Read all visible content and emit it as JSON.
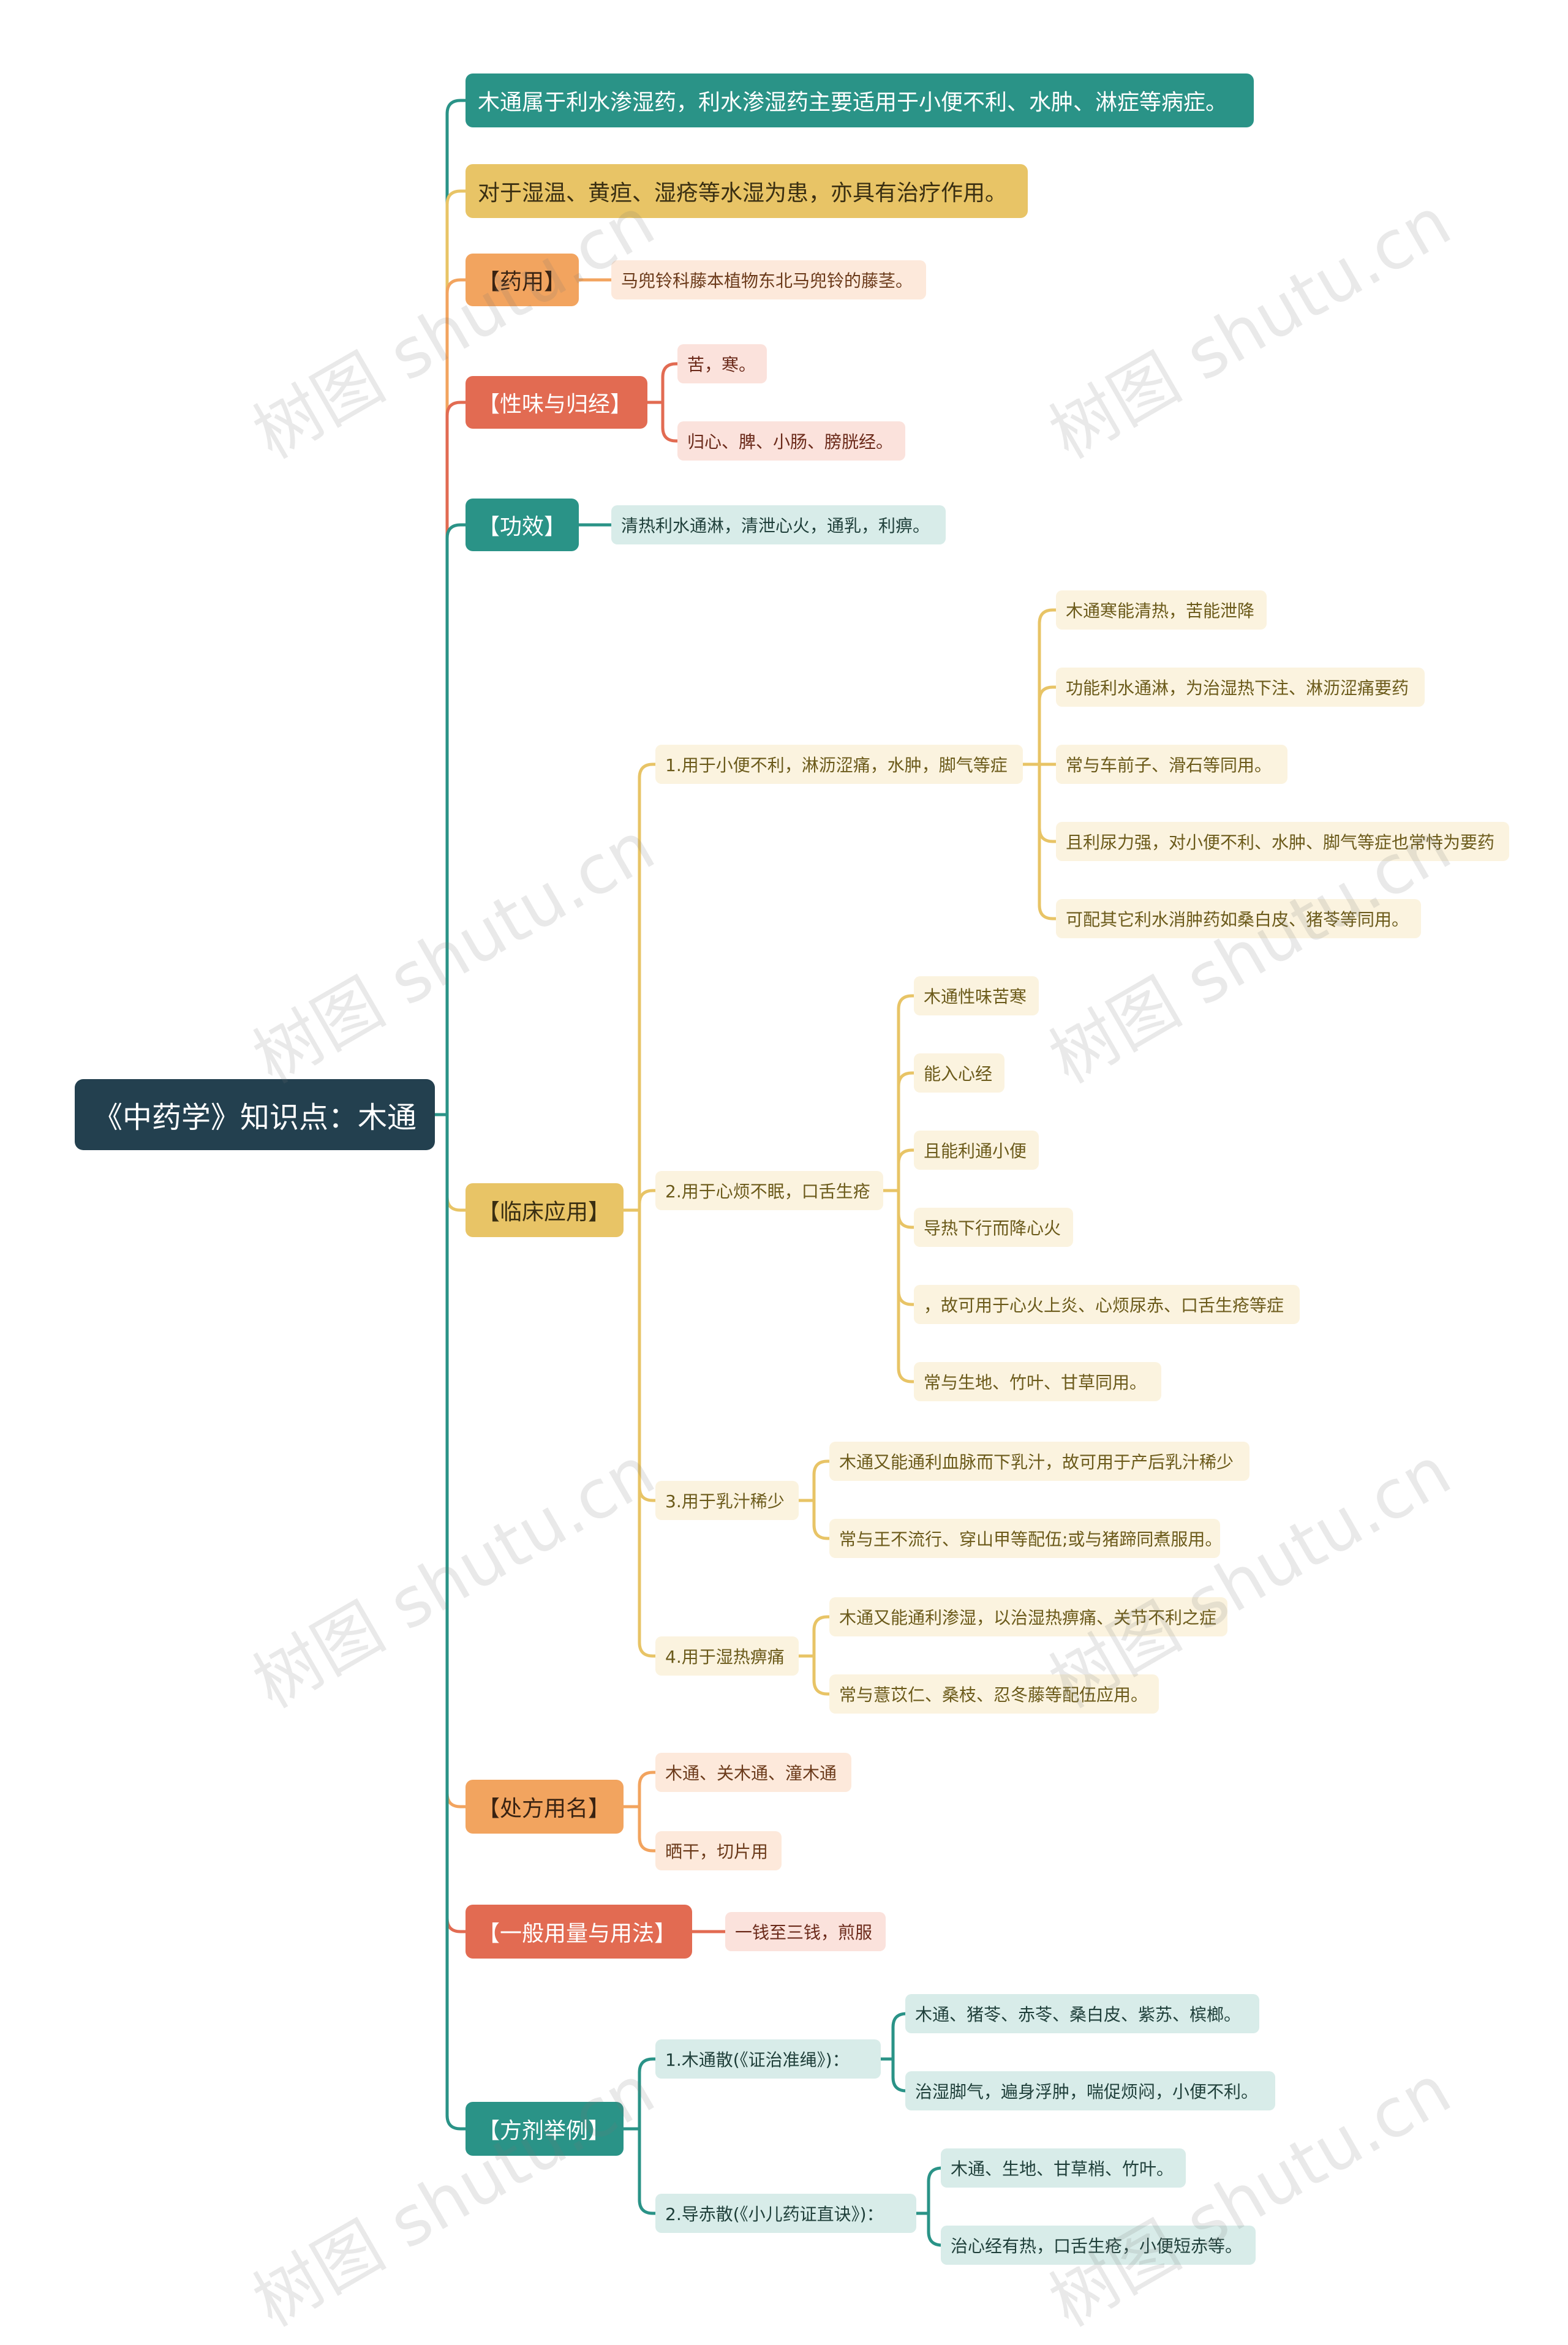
{
  "colors": {
    "teal": "#2a9387",
    "teal_light": "#d8ece9",
    "gold": "#e8c466",
    "gold_light": "#fbf3df",
    "orange": "#f2a45f",
    "orange_light": "#fde9db",
    "red": "#e26b52",
    "red_light": "#fbe2dc",
    "root": "#23404f"
  },
  "root": "《中药学》知识点：木通",
  "branches": [
    {
      "label": "木通属于利水渗湿药，利水渗湿药主要适用于小便不利、水肿、淋症等病症。",
      "children": []
    },
    {
      "label": "对于湿温、黄疸、湿疮等水湿为患，亦具有治疗作用。",
      "children": []
    },
    {
      "label": "【药用】",
      "children": [
        {
          "label": "马兜铃科藤本植物东北马兜铃的藤茎。",
          "children": []
        }
      ]
    },
    {
      "label": "【性味与归经】",
      "children": [
        {
          "label": "苦，寒。",
          "children": []
        },
        {
          "label": "归心、脾、小肠、膀胱经。",
          "children": []
        }
      ]
    },
    {
      "label": "【功效】",
      "children": [
        {
          "label": "清热利水通淋，清泄心火，通乳，利痹。",
          "children": []
        }
      ]
    },
    {
      "label": "【临床应用】",
      "children": [
        {
          "label": "1.用于小便不利，淋沥涩痛，水肿，脚气等症",
          "children": [
            {
              "label": "木通寒能清热，苦能泄降"
            },
            {
              "label": "功能利水通淋，为治湿热下注、淋沥涩痛要药"
            },
            {
              "label": "常与车前子、滑石等同用。"
            },
            {
              "label": "且利尿力强，对小便不利、水肿、脚气等症也常恃为要药"
            },
            {
              "label": "可配其它利水消肿药如桑白皮、猪苓等同用。"
            }
          ]
        },
        {
          "label": "2.用于心烦不眠，口舌生疮",
          "children": [
            {
              "label": "木通性味苦寒"
            },
            {
              "label": "能入心经"
            },
            {
              "label": "且能利通小便"
            },
            {
              "label": "导热下行而降心火"
            },
            {
              "label": "，故可用于心火上炎、心烦尿赤、口舌生疮等症"
            },
            {
              "label": "常与生地、竹叶、甘草同用。"
            }
          ]
        },
        {
          "label": "3.用于乳汁稀少",
          "children": [
            {
              "label": "木通又能通利血脉而下乳汁，故可用于产后乳汁稀少"
            },
            {
              "label": "常与王不流行、穿山甲等配伍;或与猪蹄同煮服用。"
            }
          ]
        },
        {
          "label": "4.用于湿热痹痛",
          "children": [
            {
              "label": "木通又能通利渗湿，以治湿热痹痛、关节不利之症"
            },
            {
              "label": "常与薏苡仁、桑枝、忍冬藤等配伍应用。"
            }
          ]
        }
      ]
    },
    {
      "label": "【处方用名】",
      "children": [
        {
          "label": "木通、关木通、潼木通",
          "children": []
        },
        {
          "label": "晒干，切片用",
          "children": []
        }
      ]
    },
    {
      "label": "【一般用量与用法】",
      "children": [
        {
          "label": "一钱至三钱，煎服",
          "children": []
        }
      ]
    },
    {
      "label": "【方剂举例】",
      "children": [
        {
          "label": "1.木通散(《证治准绳》)：",
          "children": [
            {
              "label": "木通、猪苓、赤苓、桑白皮、紫苏、槟榔。"
            },
            {
              "label": "治湿脚气，遍身浮肿，喘促烦闷，小便不利。"
            }
          ]
        },
        {
          "label": "2.导赤散(《小儿药证直诀》)：",
          "children": [
            {
              "label": "木通、生地、甘草梢、竹叶。"
            },
            {
              "label": "治心经有热，口舌生疮，小便短赤等。"
            }
          ]
        }
      ]
    }
  ],
  "watermark": "树图 shutu.cn"
}
